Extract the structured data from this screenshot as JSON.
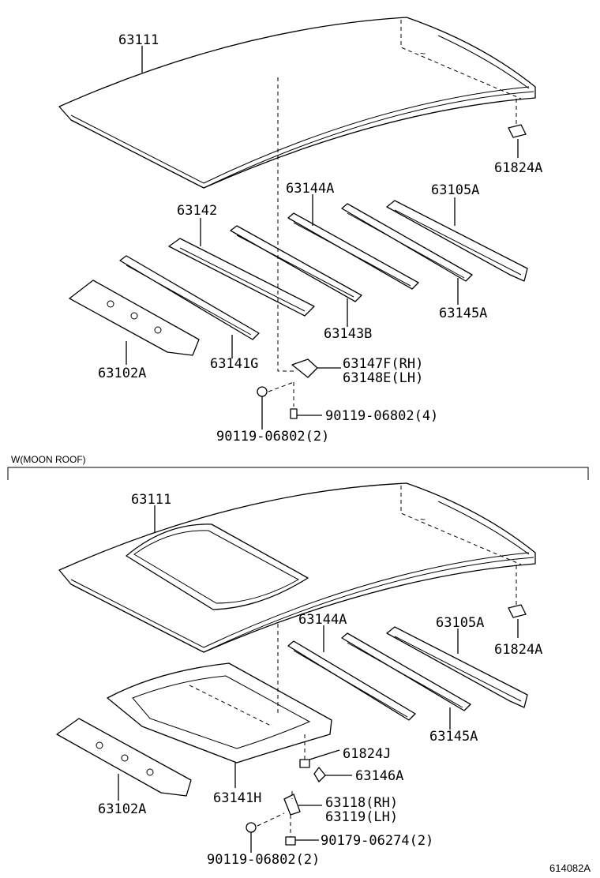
{
  "section_top": {
    "labels": {
      "roof": "63111",
      "clip_right": "61824A",
      "bow_a": "63144A",
      "rail_rear": "63105A",
      "bow_b": "63142",
      "bow_c": "63143B",
      "bow_d": "63145A",
      "rail_front": "63102A",
      "bow_e": "63141G",
      "bracket_rh": "63147F(RH)",
      "bracket_lh": "63148E(LH)",
      "bolt_4": "90119-06802(4)",
      "bolt_2": "90119-06802(2)"
    }
  },
  "section_bottom": {
    "heading": "W(MOON ROOF)",
    "labels": {
      "roof": "63111",
      "bow_a": "63144A",
      "rail_rear": "63105A",
      "clip_right": "61824A",
      "bow_d": "63145A",
      "frame": "63141H",
      "clip_j": "61824J",
      "clip_146": "63146A",
      "bracket_rh": "63118(RH)",
      "bracket_lh": "63119(LH)",
      "nut": "90179-06274(2)",
      "rail_front": "63102A",
      "bolt_2": "90119-06802(2)"
    }
  },
  "footer": {
    "code": "614082A"
  }
}
